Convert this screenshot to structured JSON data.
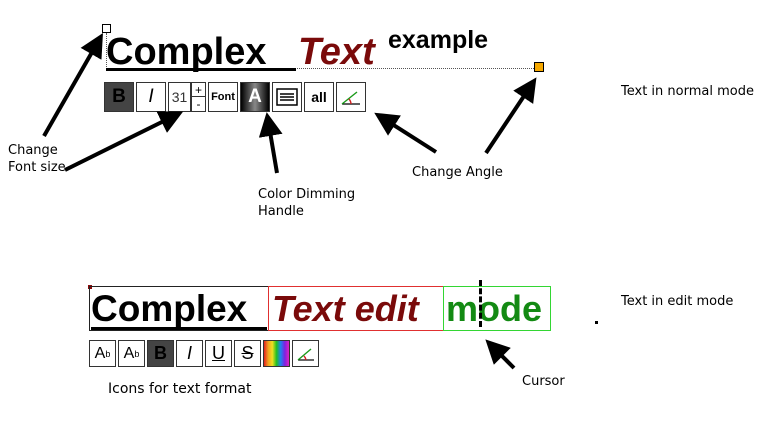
{
  "normal_mode": {
    "text_words": [
      "Complex",
      "Text",
      "example"
    ],
    "text_colors": {
      "complex": "#000000",
      "text": "#7a0a0a",
      "example": "#000000"
    },
    "toolbar": {
      "bold_label": "B",
      "italic_label": "I",
      "font_size_value": "31",
      "increase_label": "+",
      "decrease_label": "-",
      "font_label": "Font",
      "color_dimming_label": "A",
      "all_label": "all"
    },
    "mode_label": "Text in normal mode"
  },
  "annotations": {
    "change_font_size": "Change\nFont size",
    "color_dimming_handle": "Color Dimming\nHandle",
    "change_angle": "Change Angle",
    "cursor": "Cursor",
    "icons_for_text_format": "Icons for text format"
  },
  "edit_mode": {
    "segments": [
      {
        "text": "Complex",
        "color": "#000000",
        "border": "#222222"
      },
      {
        "text": "Text edit",
        "color": "#7a0a0a",
        "border": "#e03030"
      },
      {
        "text": "mode",
        "color": "#138a13",
        "border": "#33d633"
      }
    ],
    "toolbar": {
      "superscript_label": "A",
      "superscript_small": "b",
      "subscript_label": "A",
      "subscript_small": "b",
      "bold_label": "B",
      "italic_label": "I",
      "underline_label": "U",
      "strike_label": "S"
    },
    "mode_label": "Text in edit mode"
  }
}
